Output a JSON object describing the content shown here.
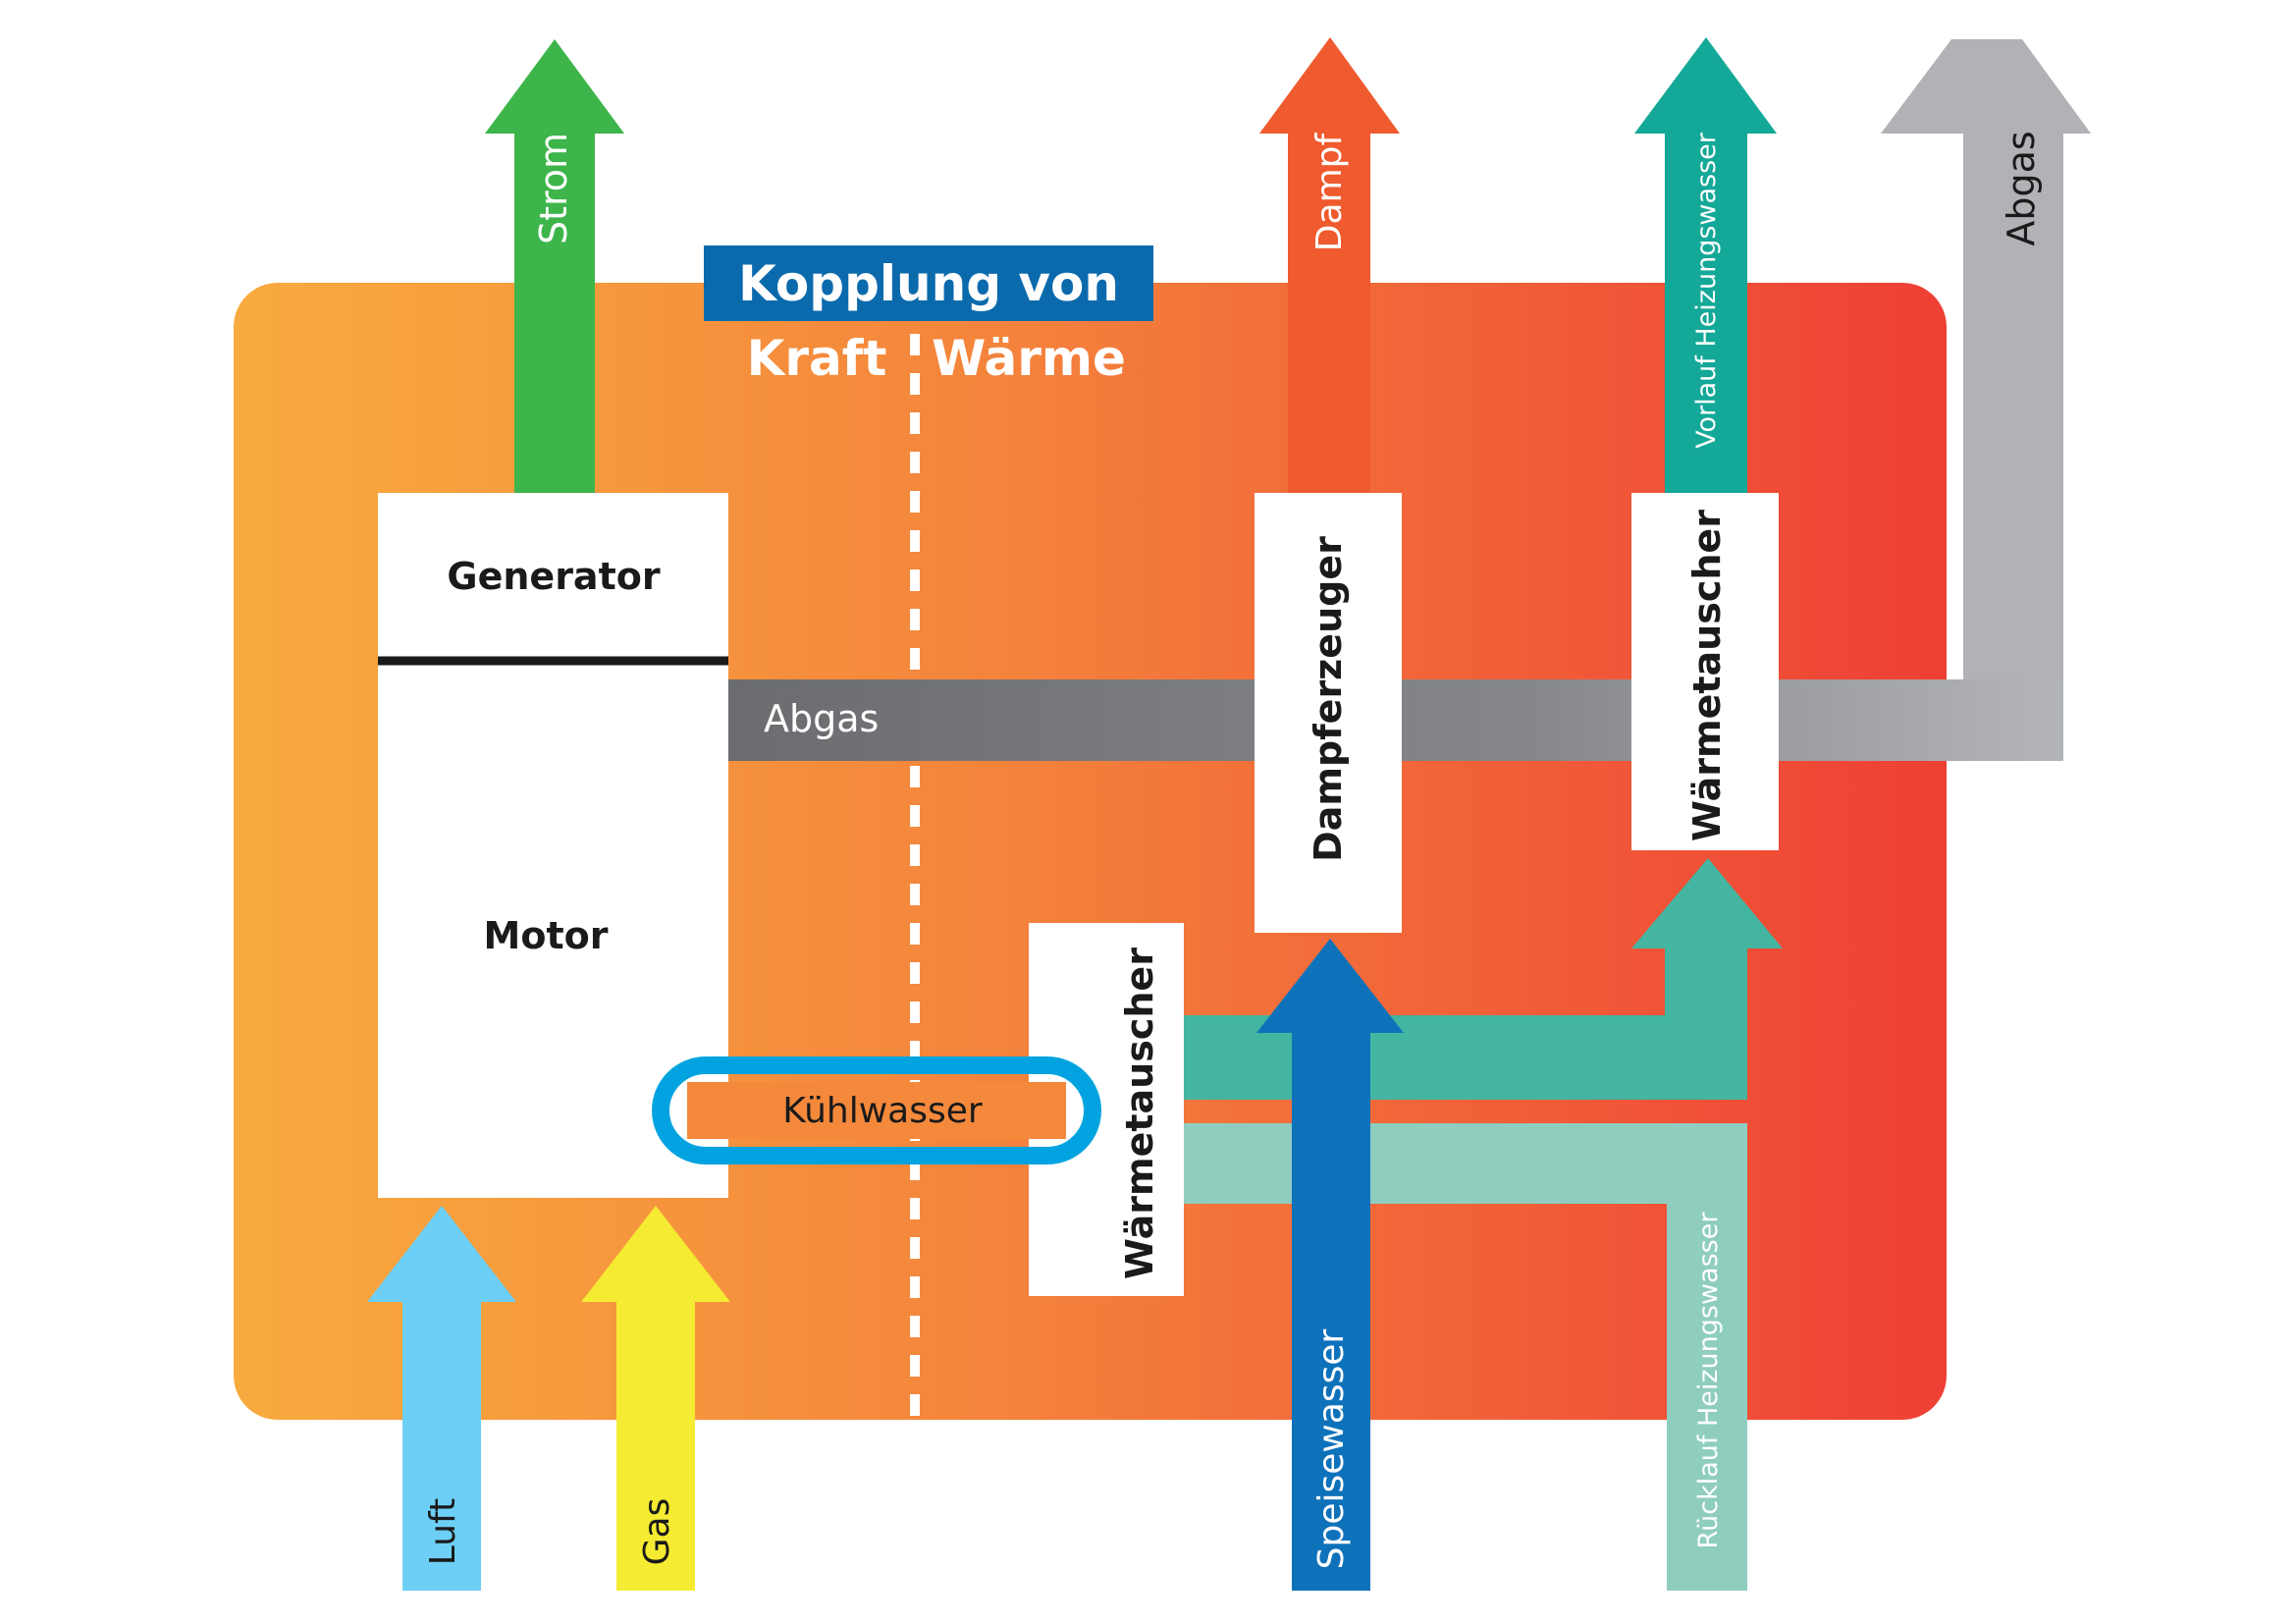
{
  "title": {
    "main": "Kopplung von",
    "left": "Kraft",
    "right": "Wärme"
  },
  "boxes": {
    "generator": "Generator",
    "motor": "Motor",
    "dampferzeuger": "Dampferzeuger",
    "waermetauscher_top": "Wärmetauscher",
    "waermetauscher_bottom": "Wärmetauscher"
  },
  "flows": {
    "strom": "Strom",
    "dampf": "Dampf",
    "vorlauf": "Vorlauf Heizungswasser",
    "abgas_out": "Abgas",
    "abgas_pipe": "Abgas",
    "kuehlwasser": "Kühlwasser",
    "luft": "Luft",
    "gas": "Gas",
    "speisewasser": "Speisewasser",
    "ruecklauf": "Rücklauf Heizungswasser"
  },
  "colors": {
    "bg_left": "#f8ab3e",
    "bg_mid": "#f4833c",
    "bg_right": "#ee3f35",
    "title_bar": "#0b6aac",
    "strom": "#3db54a",
    "dampf": "#ef5a2e",
    "vorlauf": "#14a898",
    "abgas": "#b0b2b5",
    "abgas_dark": "#6d6e71",
    "kuehlwasser_ring": "#00a3e0",
    "luft": "#6dcff6",
    "gas": "#f5eb32",
    "speisewasser": "#0e72bb",
    "heiz_vorlauf_pipe": "#43b5a0",
    "ruecklauf": "#8fcdbf"
  }
}
